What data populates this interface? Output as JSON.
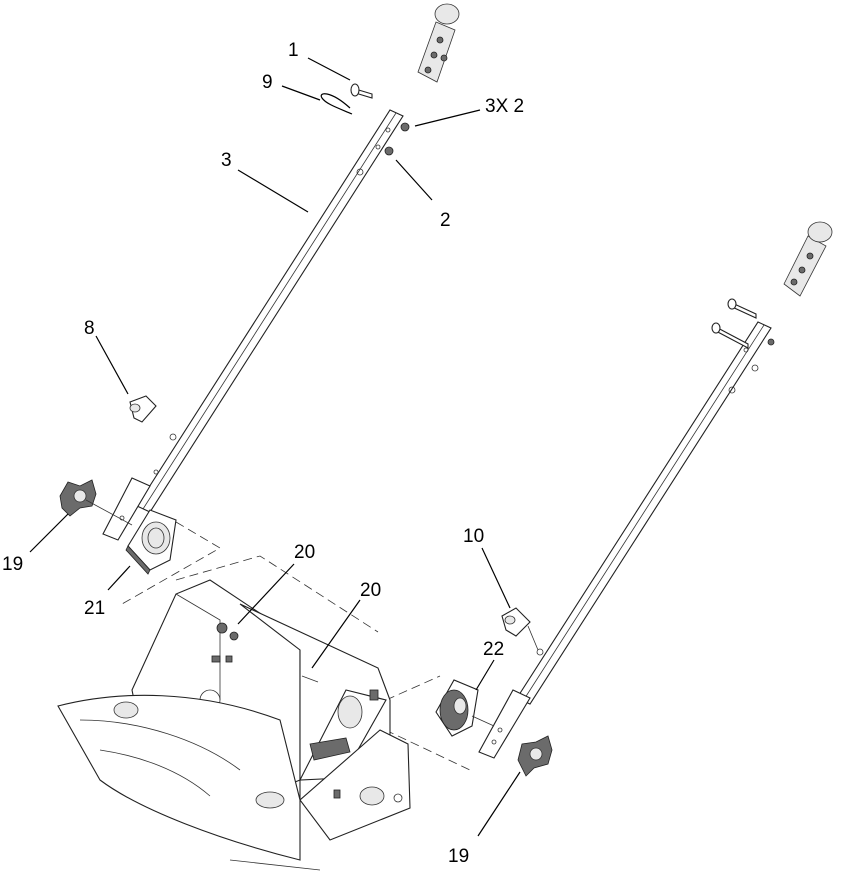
{
  "callouts": {
    "c1": "1",
    "c9": "9",
    "c3x2": "3X 2",
    "c3": "3",
    "c2": "2",
    "c8": "8",
    "c19a": "19",
    "c21": "21",
    "c20a": "20",
    "c20b": "20",
    "c10": "10",
    "c22": "22",
    "c19b": "19"
  }
}
